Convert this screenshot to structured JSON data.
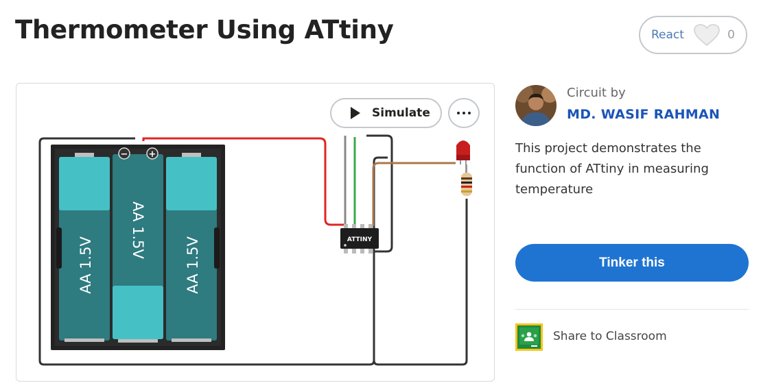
{
  "page": {
    "title": "Thermometer Using ATtiny"
  },
  "react": {
    "label": "React",
    "count": "0",
    "icon": "heart-icon"
  },
  "canvas": {
    "simulate_label": "Simulate",
    "more_icon": "more-dots-icon",
    "battery_labels": [
      "AA 1.5V",
      "AA 1.5V",
      "AA 1.5V"
    ],
    "chip_label": "ATTINY",
    "minus_symbol": "−",
    "plus_symbol": "+"
  },
  "author": {
    "circuit_by": "Circuit by",
    "name": "MD. WASIF RAHMAN"
  },
  "description": "This project demonstrates the function of ATtiny in measuring temperature",
  "tinker": {
    "label": "Tinker this",
    "color": "#1f74d2"
  },
  "share": {
    "label": "Share to Classroom",
    "icon": "google-classroom-icon"
  },
  "colors": {
    "battery_teal": "#2e7b80",
    "battery_cap": "#45c1c6",
    "wire_red": "#e02424",
    "wire_green": "#3aa84a",
    "wire_brown": "#a8784a",
    "wire_black": "#333333",
    "led_red": "#c81e1e"
  }
}
